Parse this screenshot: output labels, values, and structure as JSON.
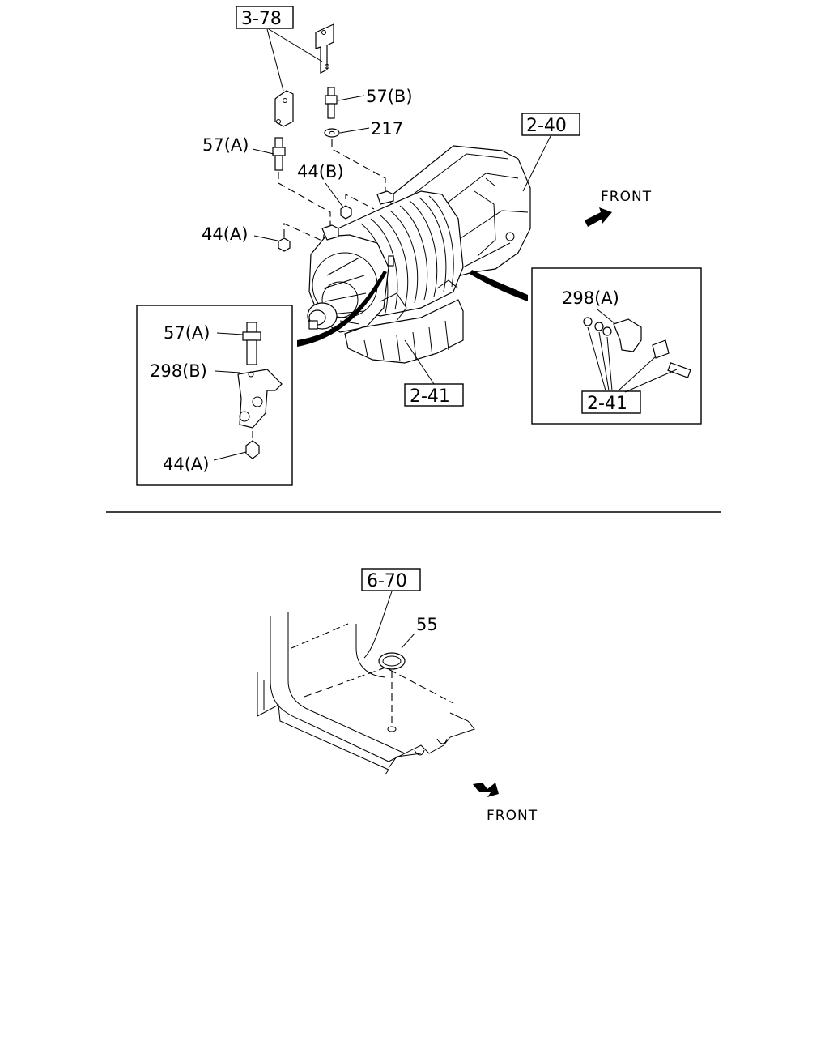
{
  "labels": {
    "ref_3_78": "3-78",
    "ref_2_40": "2-40",
    "ref_2_41_main": "2-41",
    "ref_2_41_inset": "2-41",
    "ref_6_70": "6-70",
    "p57b": "57(B)",
    "p217": "217",
    "p57a_main": "57(A)",
    "p44b": "44(B)",
    "p44a_main": "44(A)",
    "p57a_inset": "57(A)",
    "p298b": "298(B)",
    "p44a_inset": "44(A)",
    "p298a": "298(A)",
    "p55": "55",
    "front_top": "FRONT",
    "front_bottom": "FRONT"
  }
}
